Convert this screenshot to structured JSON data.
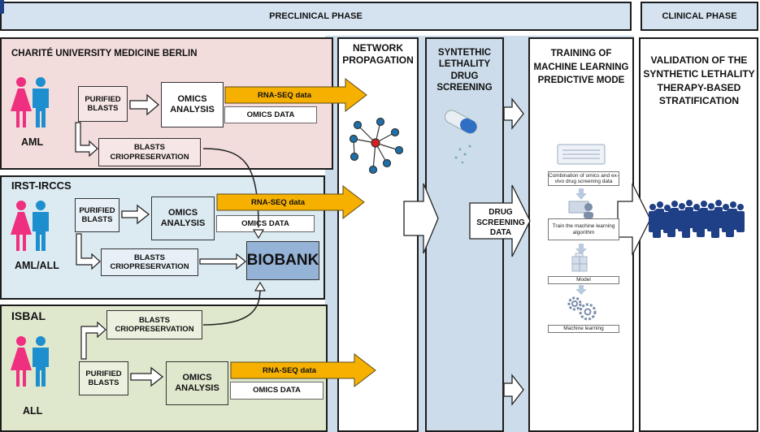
{
  "phases": {
    "preclinical": "PRECLINICAL PHASE",
    "clinical": "CLINICAL PHASE"
  },
  "centers": {
    "charite": {
      "title": "CHARITÉ UNIVERSITY MEDICINE BERLIN",
      "purified": "PURIFIED BLASTS",
      "omics_analysis": "OMICS ANALYSIS",
      "rna_seq": "RNA-SEQ data",
      "omics_data": "OMICS DATA",
      "criopreservation": "BLASTS CRIOPRESERVATION",
      "disease": "AML"
    },
    "irst": {
      "title": "IRST-IRCCS",
      "purified": "PURIFIED BLASTS",
      "omics_analysis": "OMICS ANALYSIS",
      "rna_seq": "RNA-SEQ data",
      "omics_data": "OMICS DATA",
      "criopreservation": "BLASTS CRIOPRESERVATION",
      "biobank": "BIOBANK",
      "disease": "AML/ALL"
    },
    "isbal": {
      "title": "ISBAL",
      "criopreservation": "BLASTS CRIOPRESERVATION",
      "purified": "PURIFIED BLASTS",
      "omics_analysis": "OMICS ANALYSIS",
      "rna_seq": "RNA-SEQ data",
      "omics_data": "OMICS DATA",
      "disease": "ALL"
    }
  },
  "columns": {
    "network": "NETWORK PROPAGATION",
    "screening": "SYNTETHIC LETHALITY DRUG SCREENING",
    "training": "TRAINING OF MACHINE LEARNING PREDICTIVE MODE",
    "validation": "VALIDATION OF THE SYNTHETIC LETHALITY THERAPY-BASED STRATIFICATION"
  },
  "drug_screening_data": "DRUG SCREENING DATA",
  "ml_steps": {
    "combination": "Combination of omics and ex-vivo drug screening data",
    "train": "Train the machine learning algorithm",
    "model": "Model",
    "machine_learning": "Machine learning"
  },
  "colors": {
    "header_bg": "#d5e3f0",
    "charite_bg": "#f3dcdc",
    "irst_bg": "#dceaf2",
    "isbal_bg": "#dfe8cc",
    "isbal_box": "#ecf1df",
    "column_bg": "#ccdcea",
    "rna_arrow": "#f6b000",
    "female": "#ef2f7f",
    "male": "#1e8fce",
    "biobank": "#95b3d7",
    "crowd": "#1f3f86"
  }
}
